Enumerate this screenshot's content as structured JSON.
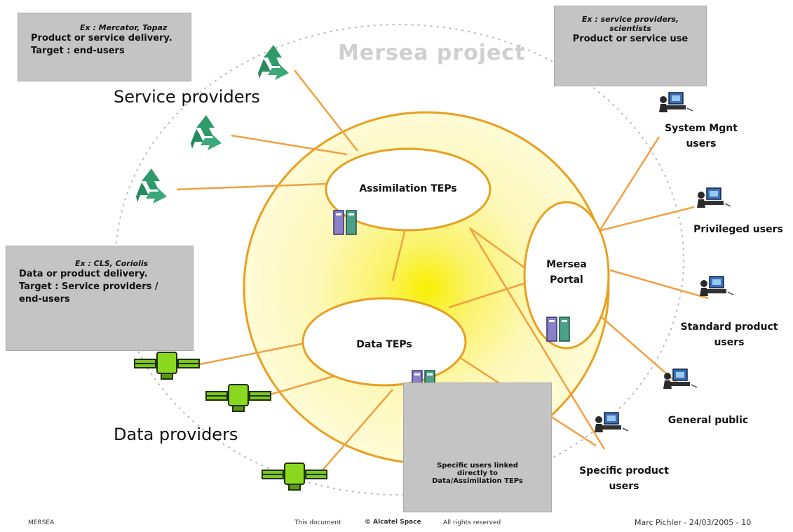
{
  "diagram": {
    "title": "Mersea project",
    "groups": {
      "service_providers": "Service providers",
      "data_providers": "Data providers"
    },
    "nodes": {
      "assimilation": "Assimilation TEPs",
      "data": "Data TEPs",
      "portal_line1": "Mersea",
      "portal_line2": "Portal"
    },
    "users": [
      {
        "l1": "System Mgnt",
        "l2": "users"
      },
      {
        "l1": "Privileged users",
        "l2": ""
      },
      {
        "l1": "Standard product",
        "l2": "users"
      },
      {
        "l1": "General public",
        "l2": ""
      },
      {
        "l1": "Specific product",
        "l2": "users"
      }
    ],
    "boxes": {
      "top_left": {
        "ex": "Ex : Mercator, Topaz",
        "l1": "Product or service delivery.",
        "l2": "Target : end-users"
      },
      "top_right": {
        "ex1": "Ex : service providers,",
        "ex2": "scientists",
        "l1": "Product or service use"
      },
      "mid_left": {
        "ex": "Ex : CLS, Coriolis",
        "l1": "Data or product delivery.",
        "l2": "Target : Service providers /",
        "l3": "end-users"
      },
      "bottom_center": {
        "l1": "Specific users linked",
        "l2": "directly to",
        "l3": "Data/Assimilation TEPs"
      }
    },
    "footer": {
      "left": "MERSEA",
      "center_a": "This document",
      "center_b": "© Alcatel Space",
      "center_c": "All rights reserved",
      "right": "Marc Pichler - 24/03/2005 - 10"
    },
    "colors": {
      "link": "#f2a040",
      "ring": "#e8a020",
      "glow": "#f7f000",
      "gray_box": "#c4c4c4",
      "recycle": "#2e9a6a",
      "satellite": "#7cc820",
      "server_purple": "#8a80c8",
      "server_green": "#4aa088"
    },
    "icons": [
      "recycle-icon",
      "satellite-icon",
      "server-icon",
      "computer-user-icon"
    ]
  }
}
